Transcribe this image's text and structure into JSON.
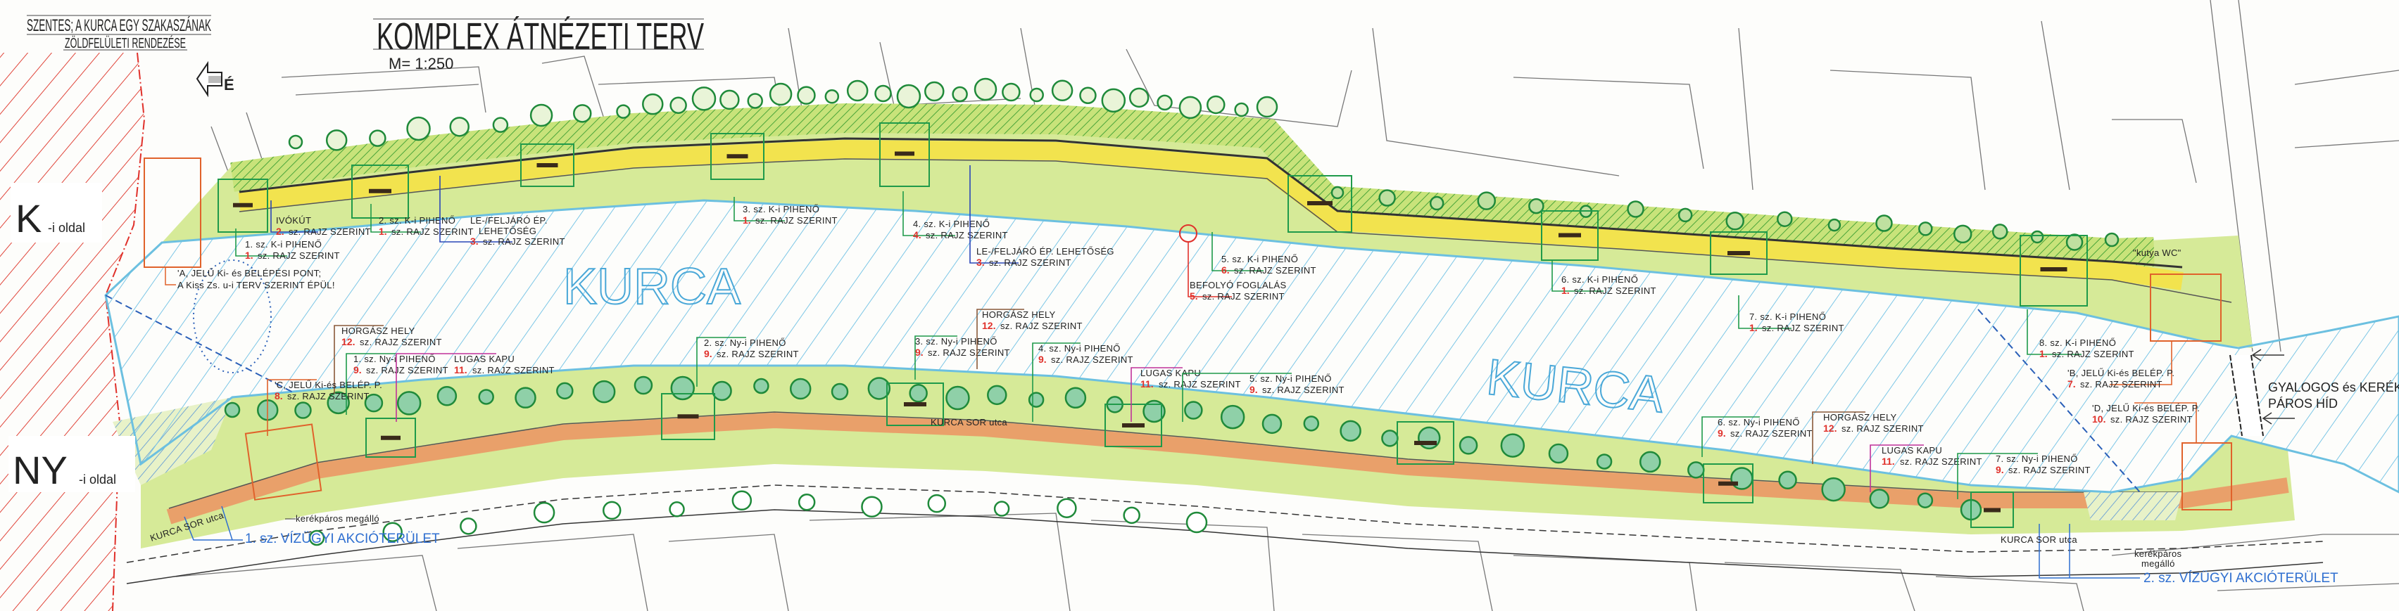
{
  "title": {
    "line1": "SZENTES; A KURCA EGY SZAKASZÁNAK",
    "line2": "ZÖLDFELÜLETI RENDEZÉSE"
  },
  "plan_title": "KOMPLEX ÁTNÉZETI TERV",
  "scale": "M= 1:250",
  "north_label": "É",
  "side_labels": {
    "east": "K",
    "east_suffix": "-i oldal",
    "west": "NY",
    "west_suffix": "-i oldal"
  },
  "river_labels": [
    "KURCA",
    "KURCA"
  ],
  "callouts": [
    {
      "title": "IVÓKÚT",
      "num": "2.",
      "ref": "sz. RAJZ SZERINT"
    },
    {
      "title": "1. sz. K-i PIHENŐ",
      "num": "1.",
      "ref": "sz. RAJZ SZERINT"
    },
    {
      "title": "2. sz. K-i PIHENŐ",
      "num": "1.",
      "ref": "sz. RAJZ SZERINT"
    },
    {
      "title": "LE-/FELJÁRÓ ÉP.",
      "title2": "LEHETŐSÉG",
      "num": "3.",
      "ref": "sz. RAJZ SZERINT"
    },
    {
      "title": "3. sz. K-i PIHENŐ",
      "num": "1.",
      "ref": "sz. RAJZ SZERINT"
    },
    {
      "title": "4. sz. K-i PIHENŐ",
      "num": "4.",
      "ref": "sz. RAJZ SZERINT"
    },
    {
      "title": "LE-/FELJÁRÓ ÉP. LEHETŐSÉG",
      "num": "3.",
      "ref": "sz. RAJZ SZERINT"
    },
    {
      "title": "5. sz. K-i PIHENŐ",
      "num": "6.",
      "ref": "sz. RAJZ SZERINT"
    },
    {
      "title": "BEFOLYÓ FOGLALÁS",
      "num": "5.",
      "ref": "sz. RAJZ SZERINT"
    },
    {
      "title": "6. sz. K-i PIHENŐ",
      "num": "1.",
      "ref": "sz. RAJZ SZERINT"
    },
    {
      "title": "7. sz. K-i PIHENŐ",
      "num": "1.",
      "ref": "sz. RAJZ SZERINT"
    },
    {
      "title": "8. sz. K-i PIHENŐ",
      "num": "1.",
      "ref": "sz. RAJZ SZERINT"
    },
    {
      "title": "'B, JELŰ Ki-és BELÉP. P.",
      "num": "7.",
      "ref": "sz. RAJZ SZERINT"
    },
    {
      "title": "'D, JELŰ Ki-és BELÉP. P.",
      "num": "10.",
      "ref": "sz. RAJZ SZERINT"
    },
    {
      "title": "HORGÁSZ HELY",
      "num": "12.",
      "ref": "sz. RAJZ SZERINT"
    },
    {
      "title": "'C, JELŰ Ki-és BELÉP. P.",
      "num": "8.",
      "ref": "sz. RAJZ SZERINT"
    },
    {
      "title": "1. sz. Ny-i PIHENŐ",
      "num": "9.",
      "ref": "sz. RAJZ SZERINT"
    },
    {
      "title": "LUGAS KAPU",
      "num": "11.",
      "ref": "sz. RAJZ SZERINT"
    },
    {
      "title": "2. sz. Ny-i PIHENŐ",
      "num": "9.",
      "ref": "sz. RAJZ SZERINT"
    },
    {
      "title": "3. sz. Ny-i PIHENŐ",
      "num": "9.",
      "ref": "sz. RAJZ SZERINT"
    },
    {
      "title": "HORGÁSZ HELY",
      "num": "12.",
      "ref": "sz. RAJZ SZERINT"
    },
    {
      "title": "4. sz. Ny-i PIHENŐ",
      "num": "9.",
      "ref": "sz. RAJZ SZERINT"
    },
    {
      "title": "LUGAS KAPU",
      "num": "11.",
      "ref": "sz. RAJZ SZERINT"
    },
    {
      "title": "5. sz. Ny-i PIHENŐ",
      "num": "9.",
      "ref": "sz. RAJZ SZERINT"
    },
    {
      "title": "6. sz. Ny-i PIHENŐ",
      "num": "9.",
      "ref": "sz. RAJZ SZERINT"
    },
    {
      "title": "HORGÁSZ HELY",
      "num": "12.",
      "ref": "sz. RAJZ SZERINT"
    },
    {
      "title": "LUGAS KAPU",
      "num": "11.",
      "ref": "sz. RAJZ SZERINT"
    },
    {
      "title": "7. sz. Ny-i PIHENŐ",
      "num": "9.",
      "ref": "sz. RAJZ SZERINT"
    }
  ],
  "notes": {
    "point_a_line1": "'A, JELŰ Ki- és BELÉPÉSI PONT;",
    "point_a_line2": "A Kiss Zs. u-i TERV SZERINT ÉPÜL!",
    "dog_wc": "\"kutya WC\"",
    "bridge_line1": "GYALOGOS és KERÉK-",
    "bridge_line2": "PÁROS HÍD",
    "water_area_1": "1. sz. VÍZÜGYI AKCIÓTERÜLET",
    "water_area_2": "2. sz. VÍZÜGYI AKCIÓTERÜLET",
    "bike_stop_1": "kerékpáros megálló",
    "bike_stop_2a": "kerékpáros",
    "bike_stop_2b": "megálló",
    "street_1": "KURCA SOR utca",
    "street_2": "KURCA SOR utca",
    "street_3": "KURCA SOR utca"
  },
  "colors": {
    "river_hatch": "#6cc0e0",
    "private_hatch": "#e0453a",
    "path_yellow": "#f2e34e",
    "path_orange": "#e9a06a",
    "lawn": "#cfe58c",
    "hedge": "#3f9a3a",
    "leader_green": "#1f9a4a",
    "leader_blue": "#2a46b8",
    "leader_orange": "#e0622b",
    "leader_red": "#e0312b",
    "leader_brown": "#8a5a3a",
    "leader_magenta": "#c0329a",
    "ref_red": "#e0312b",
    "water_blue": "#2f6fd0"
  }
}
